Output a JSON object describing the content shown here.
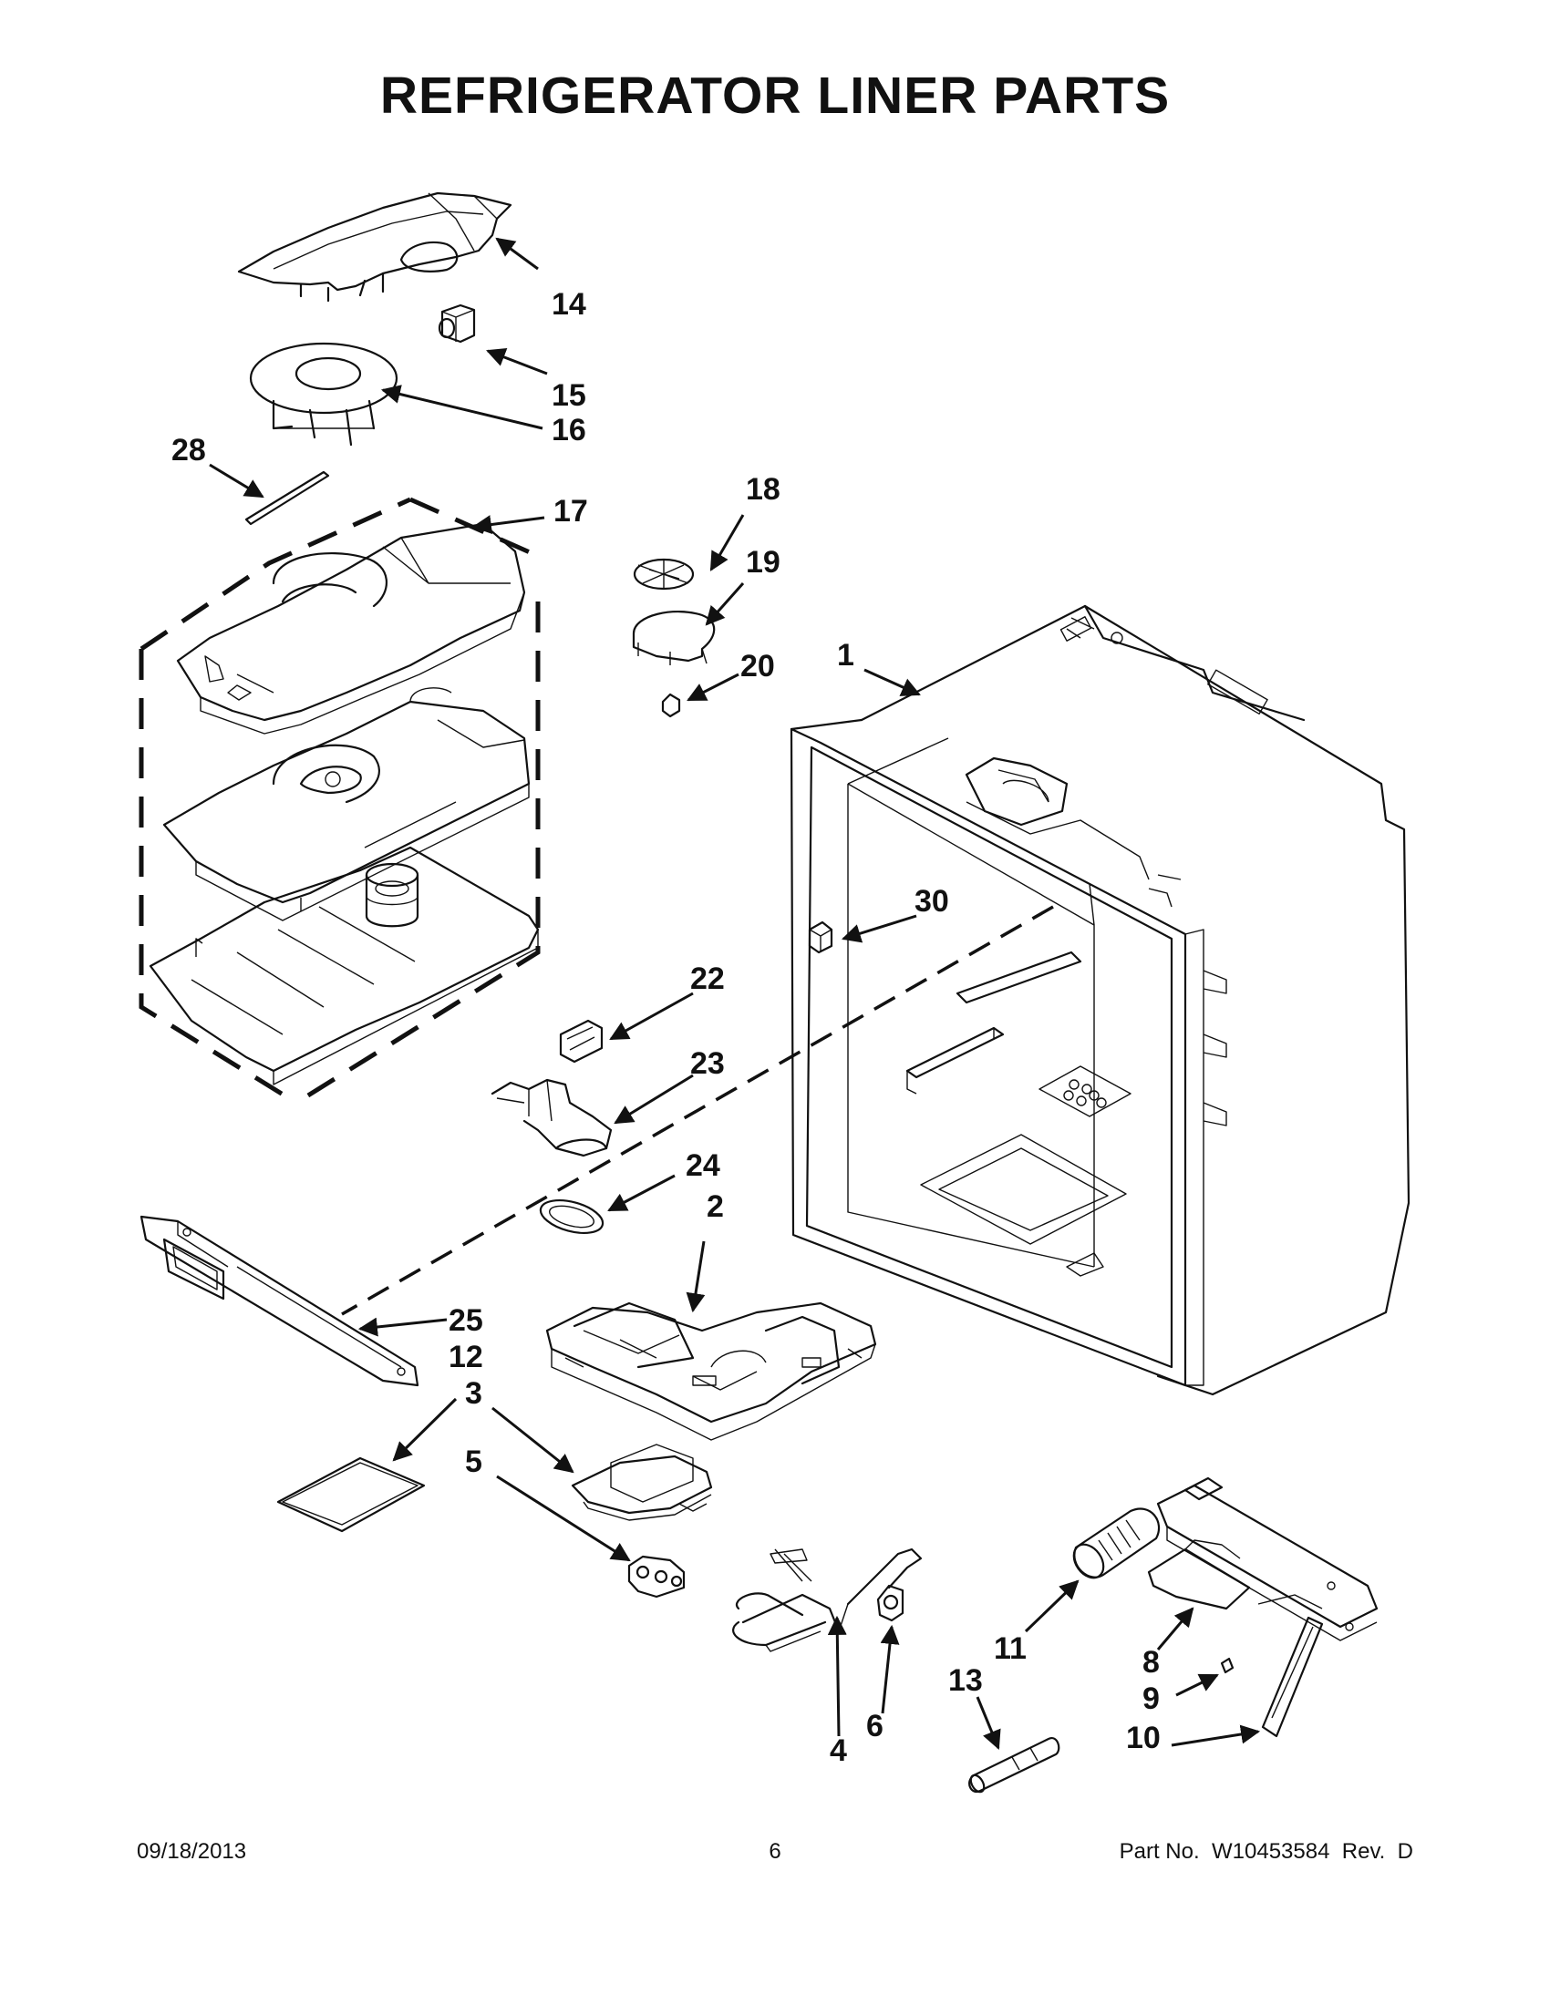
{
  "title": "REFRIGERATOR LINER PARTS",
  "callouts": {
    "c1": "1",
    "c2": "2",
    "c3": "3",
    "c4": "4",
    "c5": "5",
    "c6": "6",
    "c8": "8",
    "c9": "9",
    "c10": "10",
    "c11": "11",
    "c12": "12",
    "c13": "13",
    "c14": "14",
    "c15": "15",
    "c16": "16",
    "c17": "17",
    "c18": "18",
    "c19": "19",
    "c20": "20",
    "c22": "22",
    "c23": "23",
    "c24": "24",
    "c25": "25",
    "c28": "28",
    "c30": "30"
  },
  "footer": {
    "date": "09/18/2013",
    "page": "6",
    "part": "Part No.  W10453584  Rev.  D"
  }
}
